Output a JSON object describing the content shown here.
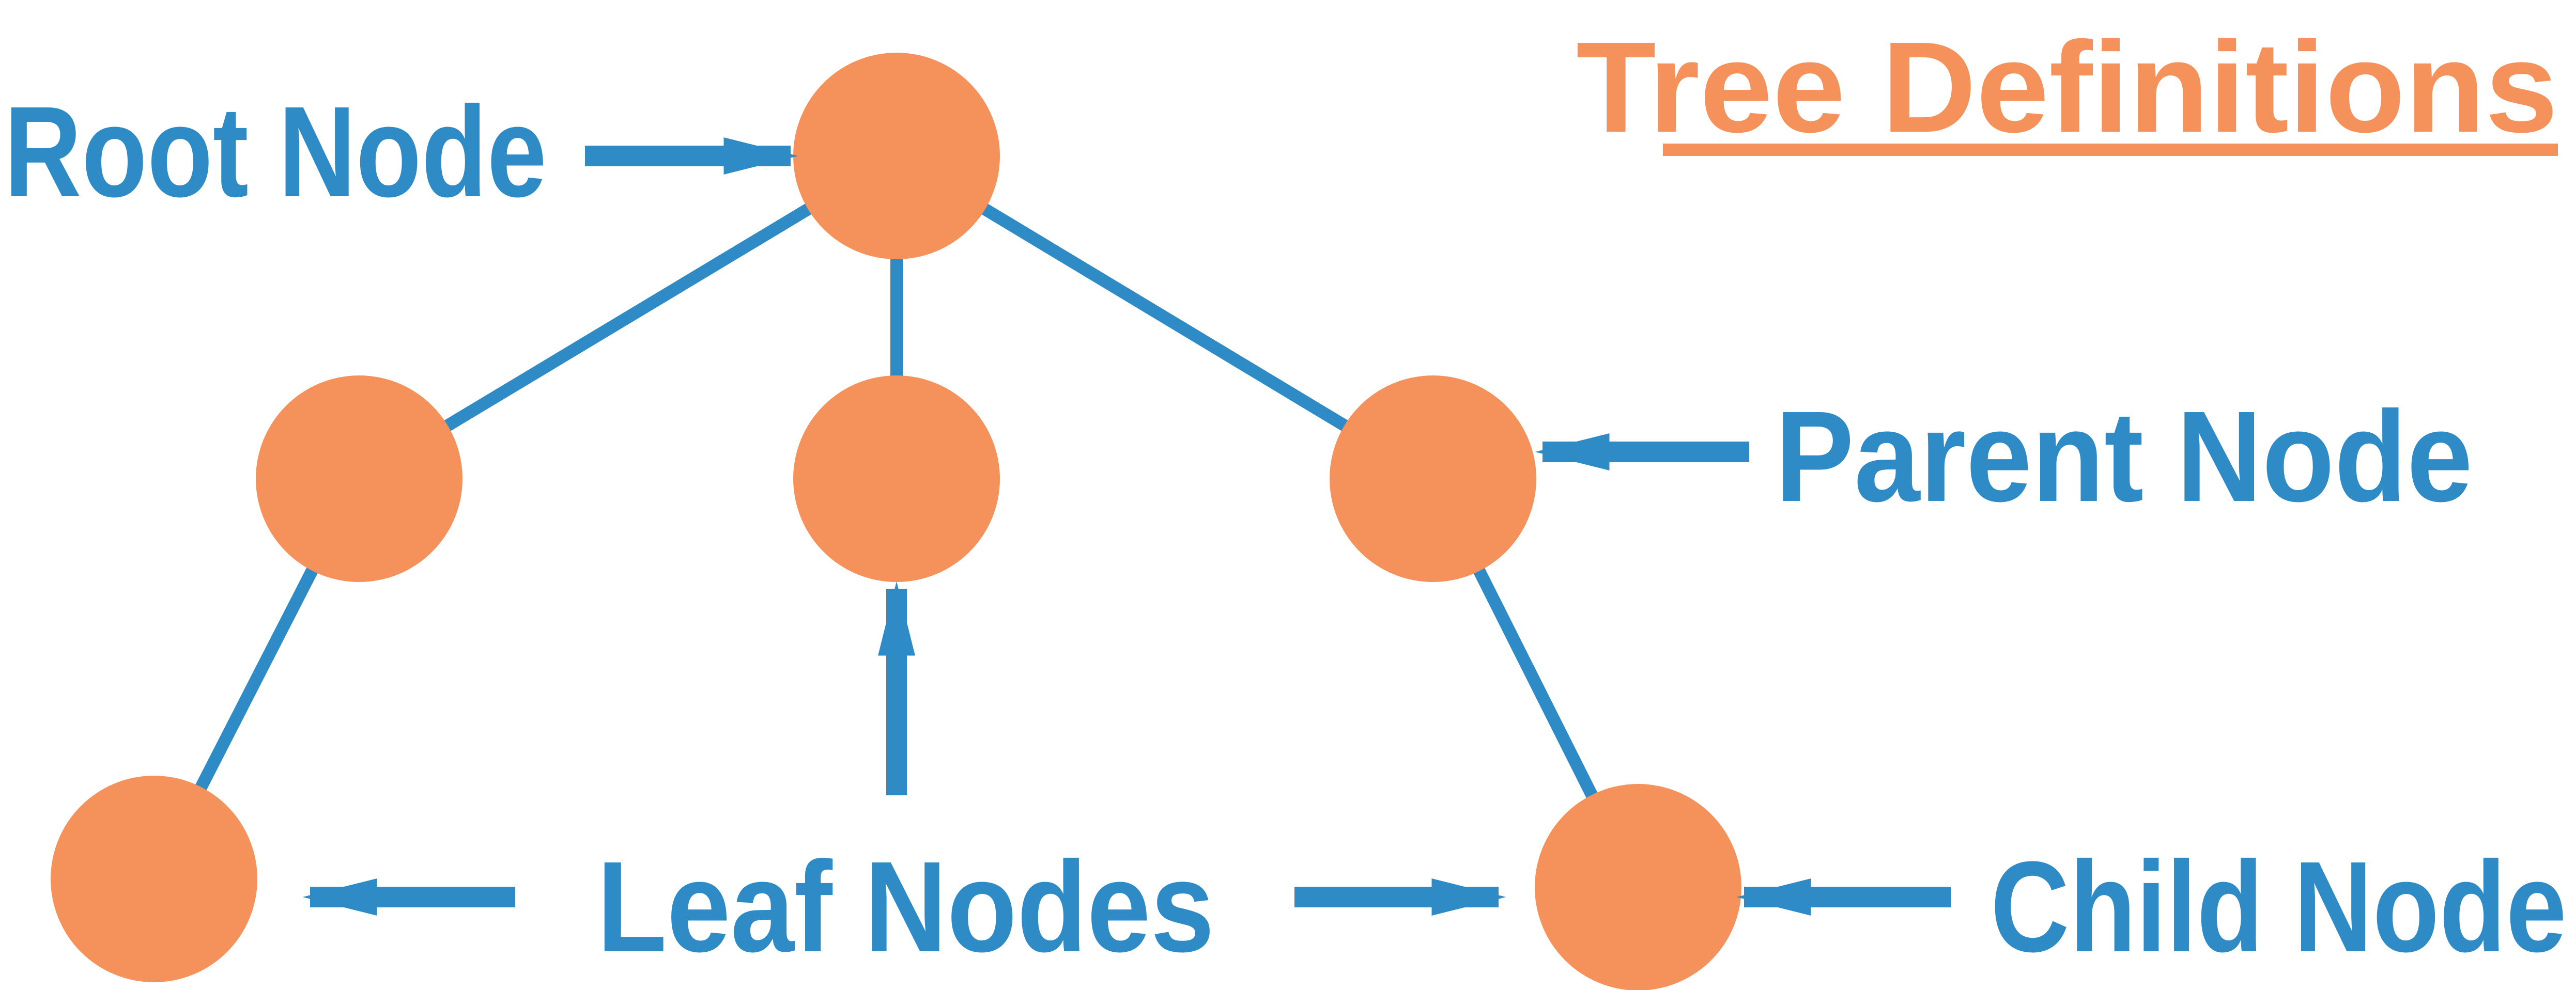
{
  "title": "Tree Definitions",
  "labels": {
    "root": "Root Node",
    "parent": "Parent Node",
    "leaf": "Leaf Nodes",
    "child": "Child Node"
  },
  "colors": {
    "node_fill": "#f5915a",
    "edge": "#2f8bc6",
    "label": "#2f8bc6",
    "title": "#f5915a"
  },
  "tree": {
    "root": "root",
    "children": {
      "root": [
        "left",
        "middle",
        "right"
      ],
      "left": [
        "bottom-left"
      ],
      "right": [
        "bottom-right"
      ]
    }
  }
}
